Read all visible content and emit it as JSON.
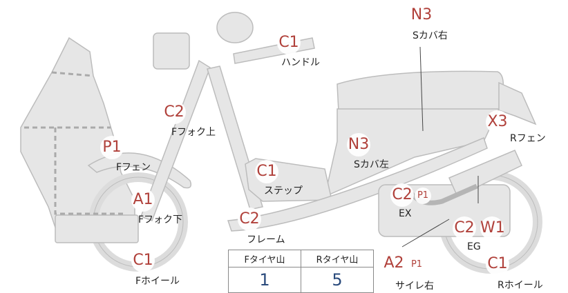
{
  "grades": {
    "handle": "C1",
    "fork_upper": "C2",
    "front_fender": "P1",
    "fork_lower": "A1",
    "front_wheel": "C1",
    "step": "C1",
    "frame": "C2",
    "side_cover_left": "N3",
    "side_cover_right": "N3",
    "rear_fender": "X3",
    "exhaust": "C2",
    "exhaust_sub": "P1",
    "engine_a": "C2",
    "engine_b": "W1",
    "muffler": "A2",
    "muffler_sub": "P1",
    "rear_wheel": "C1"
  },
  "parts": {
    "handle": "ハンドル",
    "fork_upper": "Fフォク上",
    "front_fender": "Fフェン",
    "fork_lower": "Fフォク下",
    "front_wheel": "Fホイール",
    "step": "ステップ",
    "frame": "フレーム",
    "side_cover_left": "Sカバ左",
    "side_cover_right": "Sカバ右",
    "rear_fender": "Rフェン",
    "exhaust": "EX",
    "engine": "EG",
    "muffler": "サイレ右",
    "rear_wheel": "Rホイール"
  },
  "tread": {
    "front_label": "Fタイヤ山",
    "rear_label": "Rタイヤ山",
    "front_value": "1",
    "rear_value": "5"
  },
  "colors": {
    "body_fill": "#e6e6e6",
    "outline": "#bcbcbc",
    "grade_text": "#b0403a",
    "tread_value": "#2a4a7c"
  }
}
